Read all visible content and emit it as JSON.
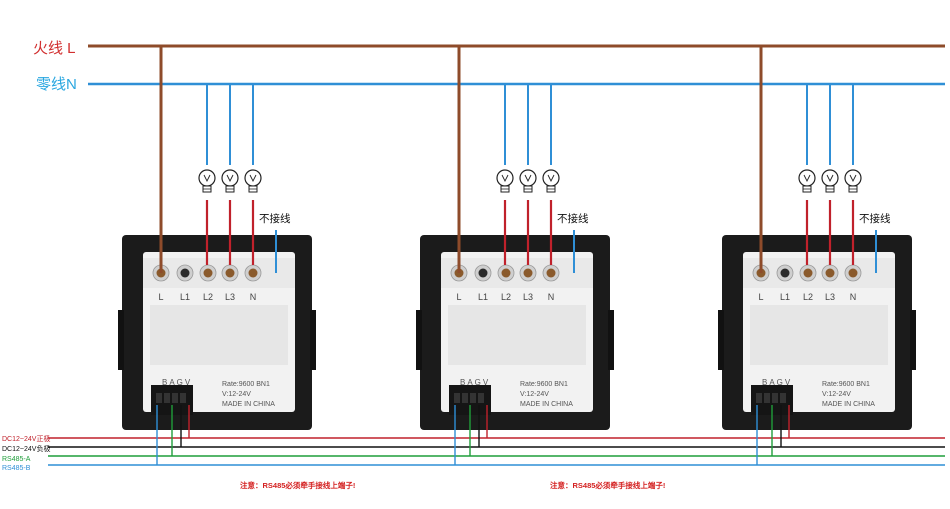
{
  "bus": {
    "live_label": "火线 L",
    "neutral_label": "零线N"
  },
  "colors": {
    "live_wire": "#8e4b2a",
    "neutral_wire": "#2f8fd6",
    "load_wire": "#c0212b",
    "panel_frame": "#1b1b1b",
    "panel_body": "#f2f2f2",
    "rs485_a": "#1f9e3a",
    "dc_negative": "#111111",
    "note_text": "#d42020",
    "neutral_label": "#2aa7e0",
    "live_label": "#d12f2f"
  },
  "switches": [
    {
      "terminals": [
        "L",
        "L1",
        "L2",
        "L3",
        "N"
      ],
      "no_connect_label": "不接线",
      "brand": "BAGV",
      "spec_lines": [
        "Rate:9600 BN1",
        "V:12-24V",
        "MADE IN CHINA"
      ]
    },
    {
      "terminals": [
        "L",
        "L1",
        "L2",
        "L3",
        "N"
      ],
      "no_connect_label": "不接线",
      "brand": "BAGV",
      "spec_lines": [
        "Rate:9600 BN1",
        "V:12-24V",
        "MADE IN CHINA"
      ]
    },
    {
      "terminals": [
        "L",
        "L1",
        "L2",
        "L3",
        "N"
      ],
      "no_connect_label": "不接线",
      "brand": "BAGV",
      "spec_lines": [
        "Rate:9600 BN1",
        "V:12-24V",
        "MADE IN CHINA"
      ]
    }
  ],
  "signal_bus": [
    {
      "label": "DC12~24V正极",
      "color": "#c0212b"
    },
    {
      "label": "DC12~24V负极",
      "color": "#111111"
    },
    {
      "label": "RS485-A",
      "color": "#1f9e3a"
    },
    {
      "label": "RS485-B",
      "color": "#2f8fd6"
    }
  ],
  "notes": [
    "注意：RS485必须牵手接线上端子!",
    "注意：RS485必须牵手接线上端子!"
  ]
}
